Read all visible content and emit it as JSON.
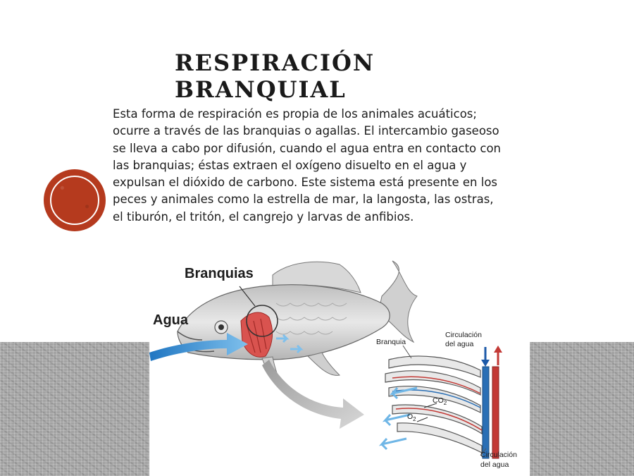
{
  "slide": {
    "title_line1": "RESPIRACIÓN",
    "title_line2": "BRANQUIAL",
    "body_lines": [
      "Esta forma de respiración es propia de los animales acuáticos;",
      "ocurre a través de las branquias o agallas. El intercambio gaseoso",
      "se lleva a cabo por difusión, cuando el agua entra en contacto con",
      "las branquias; éstas extraen el oxígeno disuelto en el agua y",
      "expulsan el dióxido de carbono. Este sistema está presente en los",
      "peces y animales como la estrella de mar, la langosta, las ostras,",
      "el tiburón, el tritón, el cangrejo y larvas de anfibios."
    ],
    "accent_color": "#b53a1e"
  },
  "figure": {
    "label_branquias": "Branquias",
    "label_agua": "Agua",
    "inset": {
      "label_branquia": "Branquia",
      "label_circ_top_1": "Circulación",
      "label_circ_top_2": "del agua",
      "label_co2": "CO",
      "label_co2_sub": "2",
      "label_o2": "O",
      "label_o2_sub": "2",
      "label_circ_bottom_1": "Circulación",
      "label_circ_bottom_2": "del agua"
    },
    "icons": [
      "fish-illustration",
      "gill-lamella-diagram"
    ]
  }
}
